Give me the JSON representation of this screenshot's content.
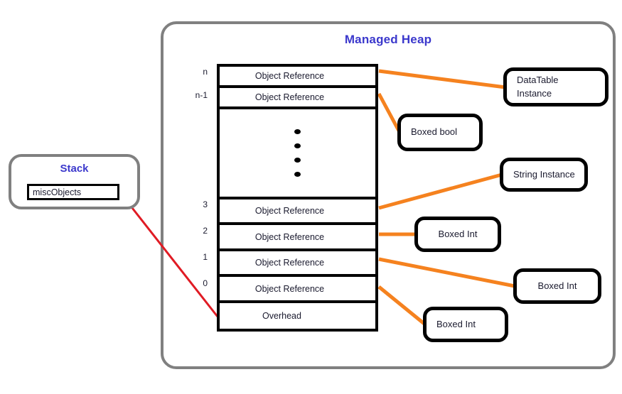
{
  "diagram": {
    "title": "Managed Heap",
    "accent_color": "#3b38cc",
    "connector_color": "#f5821f",
    "stack_connector_color": "#e01b24",
    "border_color": "#808080"
  },
  "stack": {
    "title": "Stack",
    "variable": "miscObjects"
  },
  "heap": {
    "title": "Managed Heap",
    "rows": [
      {
        "index": "n",
        "label": "Object Reference"
      },
      {
        "index": "n-1",
        "label": "Object Reference"
      },
      {
        "index": "",
        "label": ""
      },
      {
        "index": "3",
        "label": "Object Reference"
      },
      {
        "index": "2",
        "label": "Object Reference"
      },
      {
        "index": "1",
        "label": "Object Reference"
      },
      {
        "index": "0",
        "label": "Object Reference"
      },
      {
        "index": "",
        "label": "Overhead"
      }
    ],
    "ellipsis_dot_count": 4
  },
  "callouts": [
    {
      "id": "datatable-instance",
      "text": "DataTable\nInstance"
    },
    {
      "id": "boxed-bool",
      "text": "Boxed bool"
    },
    {
      "id": "string-instance",
      "text": "String Instance"
    },
    {
      "id": "boxed-int-2",
      "text": "Boxed Int"
    },
    {
      "id": "boxed-int-1",
      "text": "Boxed Int"
    },
    {
      "id": "boxed-int-0",
      "text": "Boxed Int"
    }
  ]
}
